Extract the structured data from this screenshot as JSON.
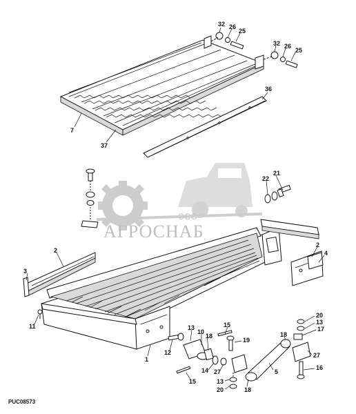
{
  "drawing_code": "PUC08573",
  "watermark": {
    "top_text": "ООО",
    "brand_text": "АГРОСНАБ"
  },
  "callouts": [
    {
      "id": "c32a",
      "label": "32"
    },
    {
      "id": "c26a",
      "label": "26"
    },
    {
      "id": "c25a",
      "label": "25"
    },
    {
      "id": "c32b",
      "label": "32"
    },
    {
      "id": "c26b",
      "label": "26"
    },
    {
      "id": "c25b",
      "label": "25"
    },
    {
      "id": "c36",
      "label": "36"
    },
    {
      "id": "c7",
      "label": "7"
    },
    {
      "id": "c37",
      "label": "37"
    },
    {
      "id": "c22",
      "label": "22"
    },
    {
      "id": "c21",
      "label": "21"
    },
    {
      "id": "c2a",
      "label": "2"
    },
    {
      "id": "c3",
      "label": "3"
    },
    {
      "id": "c2b",
      "label": "2"
    },
    {
      "id": "c4",
      "label": "4"
    },
    {
      "id": "c11",
      "label": "11"
    },
    {
      "id": "c1",
      "label": "1"
    },
    {
      "id": "c12",
      "label": "12"
    },
    {
      "id": "c13a",
      "label": "13"
    },
    {
      "id": "c10",
      "label": "10"
    },
    {
      "id": "c18a",
      "label": "18"
    },
    {
      "id": "c15a",
      "label": "15"
    },
    {
      "id": "c19",
      "label": "19"
    },
    {
      "id": "c14",
      "label": "14"
    },
    {
      "id": "c27a",
      "label": "27"
    },
    {
      "id": "c15b",
      "label": "15"
    },
    {
      "id": "c13b",
      "label": "13"
    },
    {
      "id": "c20a",
      "label": "20"
    },
    {
      "id": "c18b",
      "label": "18"
    },
    {
      "id": "c18c",
      "label": "18"
    },
    {
      "id": "c5",
      "label": "5"
    },
    {
      "id": "c20b",
      "label": "20"
    },
    {
      "id": "c13c",
      "label": "13"
    },
    {
      "id": "c17",
      "label": "17"
    },
    {
      "id": "c27b",
      "label": "27"
    },
    {
      "id": "c16",
      "label": "16"
    }
  ]
}
